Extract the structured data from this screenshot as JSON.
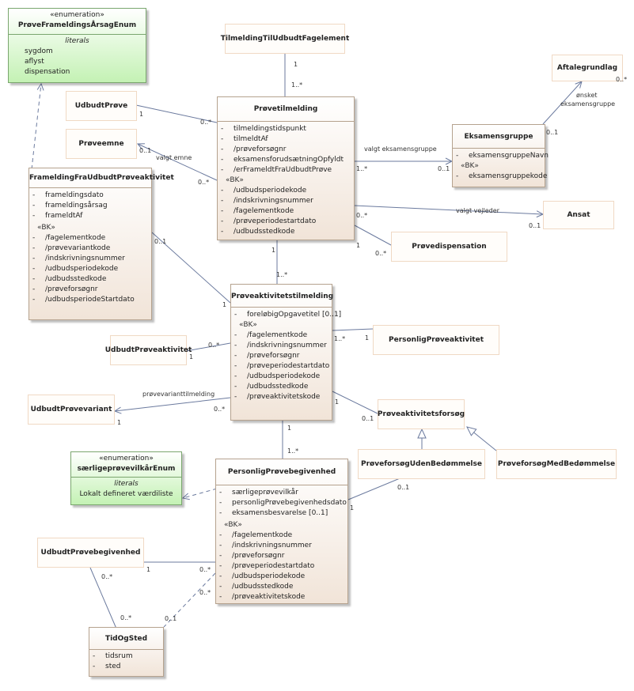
{
  "classes": {
    "proeveframeldingsaarsag_enum": {
      "stereotype": "«enumeration»",
      "name": "PrøveFrameldingsÅrsagEnum",
      "literals_heading": "literals",
      "literals": [
        "sygdom",
        "aflyst",
        "dispensation"
      ]
    },
    "tilmelding_til_udbudt_fagelement": {
      "name": "TilmeldingTilUdbudtFagelement"
    },
    "aftalegrundlag": {
      "name": "Aftalegrundlag"
    },
    "udbudt_proeve": {
      "name": "UdbudtPrøve"
    },
    "proevetilmelding": {
      "name": "Prøvetilmelding",
      "attributes": [
        "tilmeldingstidspunkt",
        "tilmeldtAf",
        "/prøveforsøgnr",
        "eksamensforudsætningOpfyldt",
        "/erFrameldtFraUdbudtPrøve"
      ],
      "bk_label": "«BK»",
      "bk_attributes": [
        "/udbudsperiodekode",
        "/indskrivningsnummer",
        "/fagelementkode",
        "/prøveperiodestartdato",
        "/udbudsstedkode"
      ]
    },
    "eksamensgruppe": {
      "name": "Eksamensgruppe",
      "attributes": [
        "eksamensgruppeNavn"
      ],
      "bk_label": "«BK»",
      "bk_attributes": [
        "eksamensgruppekode"
      ]
    },
    "proeveemne": {
      "name": "Prøveemne"
    },
    "framelding": {
      "name": "FrameldingFraUdbudtPrøveaktivitet",
      "attributes": [
        "frameldingsdato",
        "frameldingsårsag",
        "frameldtAf"
      ],
      "bk_label": "«BK»",
      "bk_attributes": [
        "/fagelementkode",
        "/prøvevariantkode",
        "/indskrivningsnummer",
        "/udbudsperiodekode",
        "/udbudsstedkode",
        "/prøveforsøgnr",
        "/udbudsperiodeStartdato"
      ]
    },
    "ansat": {
      "name": "Ansat"
    },
    "proevedispensation": {
      "name": "Prøvedispensation"
    },
    "proeveaktivitetstilmelding": {
      "name": "Prøveaktivitetstilmelding",
      "attributes": [
        "foreløbigOpgavetitel [0..1]"
      ],
      "bk_label": "«BK»",
      "bk_attributes": [
        "/fagelementkode",
        "/indskrivningsnummer",
        "/prøveforsøgnr",
        "/prøveperiodestartdato",
        "/udbudsperiodekode",
        "/udbudsstedkode",
        "/prøveaktivitetskode"
      ]
    },
    "udbudt_proeveaktivitet": {
      "name": "UdbudtPrøveaktivitet"
    },
    "personlig_proeveaktivitet": {
      "name": "PersonligPrøveaktivitet"
    },
    "udbudt_proevevariant": {
      "name": "UdbudtPrøvevariant"
    },
    "proeveaktivitetsforsoeg": {
      "name": "Prøveaktivitetsforsøg"
    },
    "saerligeproevevilkaar_enum": {
      "stereotype": "«enumeration»",
      "name": "særligeprøvevilkårEnum",
      "literals_heading": "literals",
      "literals": [
        "Lokalt defineret værdiliste"
      ]
    },
    "proeveforsoeg_uden": {
      "name": "PrøveforsøgUdenBedømmelse"
    },
    "proeveforsoeg_med": {
      "name": "PrøveforsøgMedBedømmelse"
    },
    "personlig_proevebegivenhed": {
      "name": "PersonligPrøvebegivenhed",
      "attributes": [
        "særligeprøvevilkår",
        "personligPrøvebegivenhedsdato",
        "eksamensbesvarelse [0..1]"
      ],
      "bk_label": "«BK»",
      "bk_attributes": [
        "/fagelementkode",
        "/indskrivningsnummer",
        "/prøveforsøgnr",
        "/prøveperiodestartdato",
        "/udbudsperiodekode",
        "/udbudsstedkode",
        "/prøveaktivitetskode"
      ]
    },
    "udbudt_proevebegivenhed": {
      "name": "UdbudtPrøvebegivenhed"
    },
    "tid_og_sted": {
      "name": "TidOgSted",
      "attributes": [
        "tidsrum",
        "sted"
      ]
    }
  },
  "visibility_marker": "-",
  "labels": {
    "m_tilm_1": "1",
    "m_tilm_1n": "1..*",
    "m_udb_1": "1",
    "m_udb_0n": "0..*",
    "valgt_emne": "valgt emne",
    "m_emne_01": "0..1",
    "m_emne_0n": "0..*",
    "valgt_eksamensgruppe": "valgt eksamensgruppe",
    "m_eg_1n": "1..*",
    "m_eg_01": "0..1",
    "oensket_line1": "ønsket",
    "oensket_line2": "eksamensgruppe",
    "m_aft_0n": "0..*",
    "m_aft_01": "0..1",
    "valgt_vejleder": "valgt vejleder",
    "m_ans_0n": "0..*",
    "m_ans_01": "0..1",
    "m_disp_1": "1",
    "m_disp_0n": "0..*",
    "m_pt_1": "1",
    "m_pt_1n": "1..*",
    "m_fr_01": "0..1",
    "m_fr_1": "1",
    "m_upa_1": "1",
    "m_upa_0n": "0..*",
    "m_ppa_1n": "1..*",
    "m_ppa_1": "1",
    "proevevarianttilmelding": "prøvevarianttilmelding",
    "m_upv_0n": "0..*",
    "m_upv_1": "1",
    "m_paf_1": "1",
    "m_paf_01": "0..1",
    "m_pb_1": "1",
    "m_pb_1n": "1..*",
    "m_pfu_01": "0..1",
    "m_pfu_1": "1",
    "m_upb_1": "1",
    "m_upb_0n": "0..*",
    "m_upb_0n2": "0..*",
    "m_tos_0n": "0..*",
    "m_tos_01": "0..1",
    "m_tos_0n2": "0..*"
  }
}
